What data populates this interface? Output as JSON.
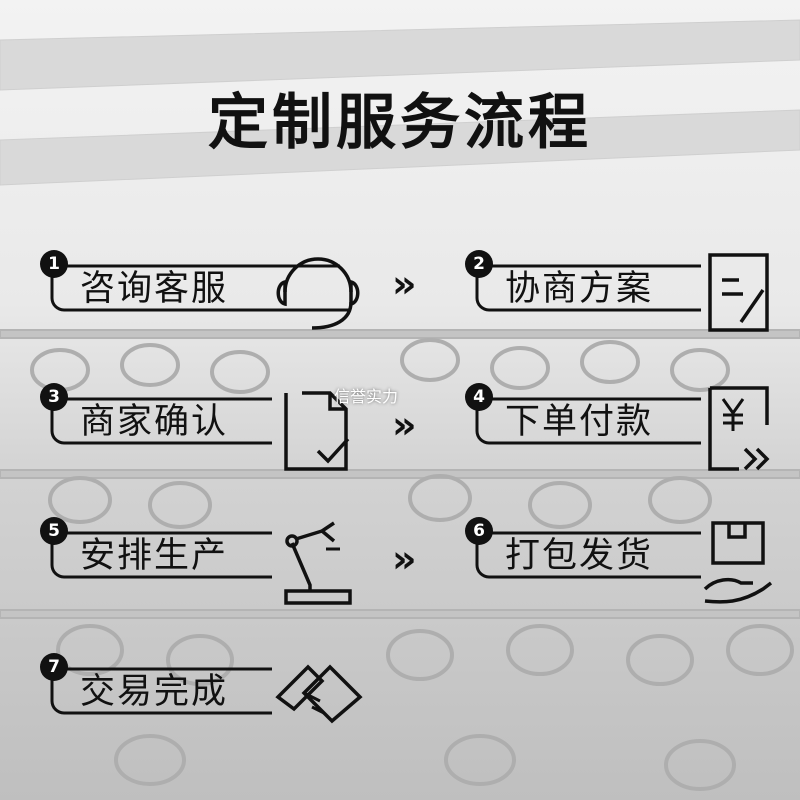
{
  "title": "定制服务流程",
  "steps": [
    {
      "number": "1",
      "label": "咨询客服",
      "icon": "headset-icon"
    },
    {
      "number": "2",
      "label": "协商方案",
      "icon": "document-pen-icon"
    },
    {
      "number": "3",
      "label": "商家确认",
      "icon": "document-check-icon"
    },
    {
      "number": "4",
      "label": "下单付款",
      "icon": "yen-payment-icon"
    },
    {
      "number": "5",
      "label": "安排生产",
      "icon": "robot-arm-icon"
    },
    {
      "number": "6",
      "label": "打包发货",
      "icon": "package-hand-icon"
    },
    {
      "number": "7",
      "label": "交易完成",
      "icon": "handshake-icon"
    }
  ],
  "arrow": "»",
  "watermark": "信誉实力",
  "colors": {
    "ink": "#111111",
    "badge_text": "#ffffff",
    "background": "#e4e4e4"
  }
}
